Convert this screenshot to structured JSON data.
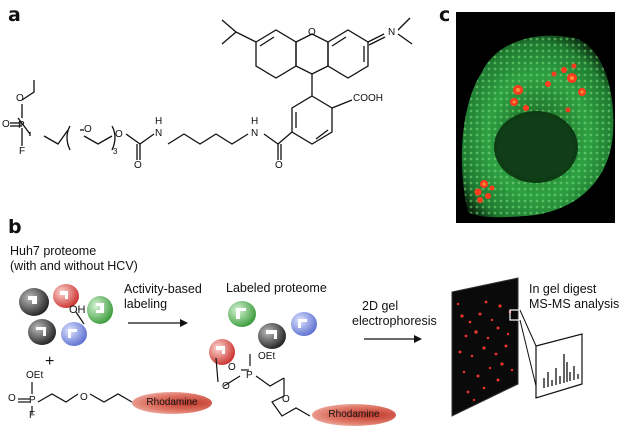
{
  "panels": {
    "a": "a",
    "b": "b",
    "c": "c"
  },
  "structure_a": {
    "atoms": {
      "o_ether": "O",
      "o_ring": "O",
      "n_plus": "N",
      "p": "P",
      "f": "F",
      "o1": "O",
      "o2": "O",
      "o3": "O",
      "o4": "O",
      "n1": "N",
      "h1": "H",
      "n2": "N",
      "h2": "H",
      "o5": "O",
      "cooh": "COOH",
      "subscript": "3"
    }
  },
  "panel_b": {
    "title_line1": "Huh7 proteome",
    "title_line2": "(with and without HCV)",
    "oh": "OH",
    "plus": "+",
    "step1_line1": "Activity-based",
    "step1_line2": "labeling",
    "labeled": "Labeled proteome",
    "step2_line1": "2D gel",
    "step2_line2": "electrophoresis",
    "digest_line1": "In gel digest",
    "digest_line2": "MS-MS analysis",
    "probe": {
      "oet": "OEt",
      "o_top": "O",
      "f": "F",
      "p": "P",
      "o_chain": "O",
      "rhodamine": "Rhodamine"
    },
    "labeled_probe": {
      "oet": "OEt",
      "o_top": "O",
      "o_link": "O",
      "p": "P",
      "o_chain": "O",
      "rhodamine": "Rhodamine"
    }
  },
  "colors": {
    "rhodamine": "#c0392b",
    "blue_protein": "#6c7ed8",
    "green_protein": "#4caf50",
    "red_protein": "#d9534f",
    "cell_green": "#2ea043",
    "cell_red": "#ff3b1f"
  }
}
